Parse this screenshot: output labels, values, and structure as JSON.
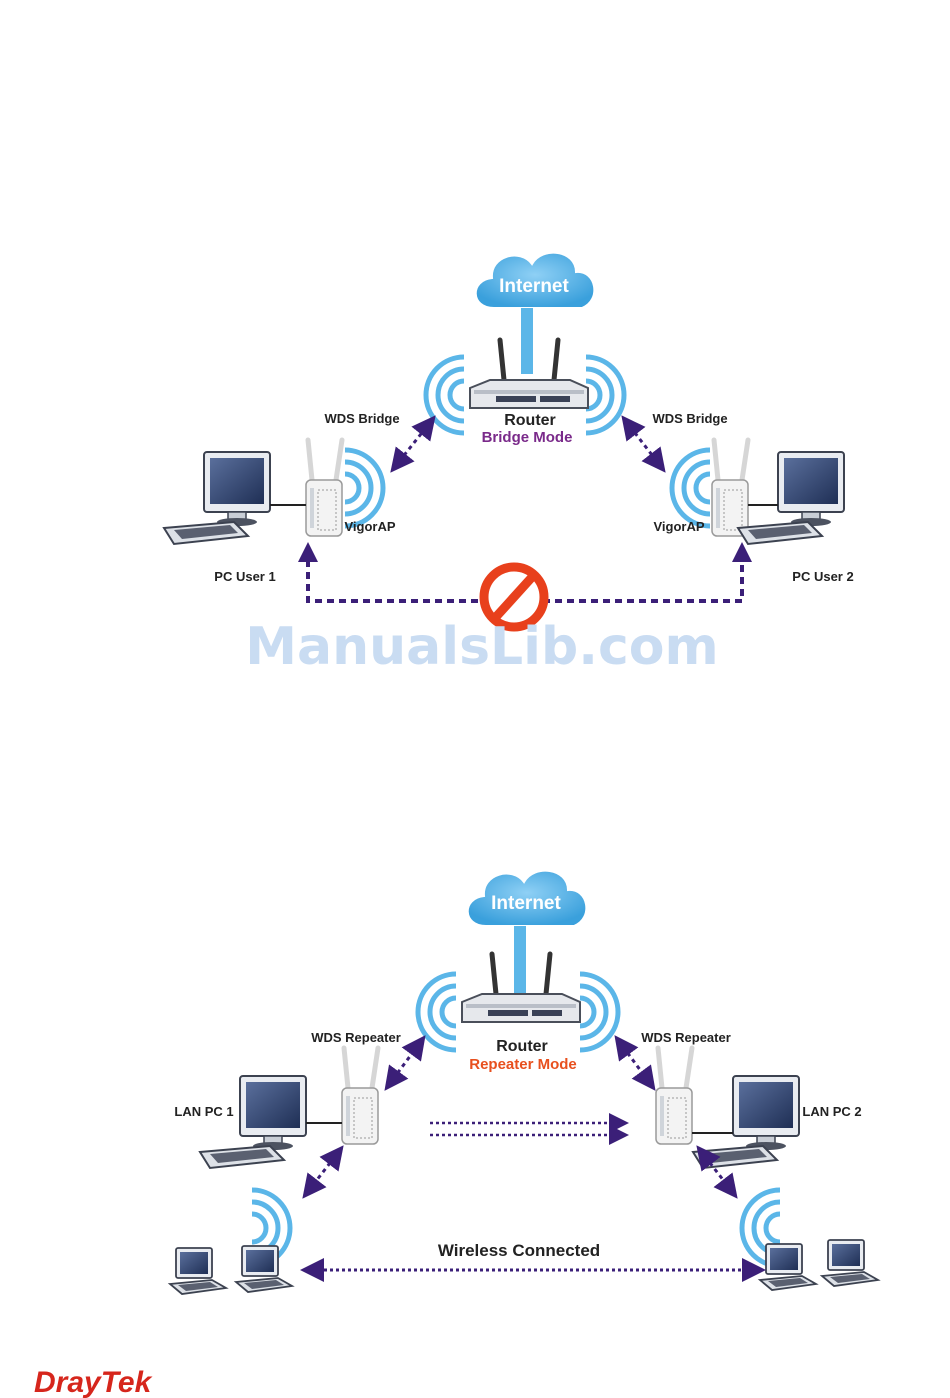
{
  "diagram1": {
    "internet": "Internet",
    "router": "Router",
    "mode": "Bridge Mode",
    "left_link": "WDS Bridge",
    "right_link": "WDS Bridge",
    "left_ap": "VigorAP",
    "right_ap": "VigorAP",
    "left_pc": "PC User 1",
    "right_pc": "PC User 2"
  },
  "diagram2": {
    "internet": "Internet",
    "router": "Router",
    "mode": "Repeater  Mode",
    "left_link": "WDS Repeater",
    "right_link": "WDS Repeater",
    "left_pc": "LAN PC 1",
    "right_pc": "LAN PC 2",
    "wireless": "Wireless Connected"
  },
  "watermark": "ManualsLib.com",
  "logo": "DrayTek",
  "colors": {
    "arrow": "#3b1f78",
    "wave": "#5bb6e8",
    "bridge_mode": "#7a2a8a",
    "repeater_mode": "#e8501e",
    "block": "#e8401c"
  }
}
